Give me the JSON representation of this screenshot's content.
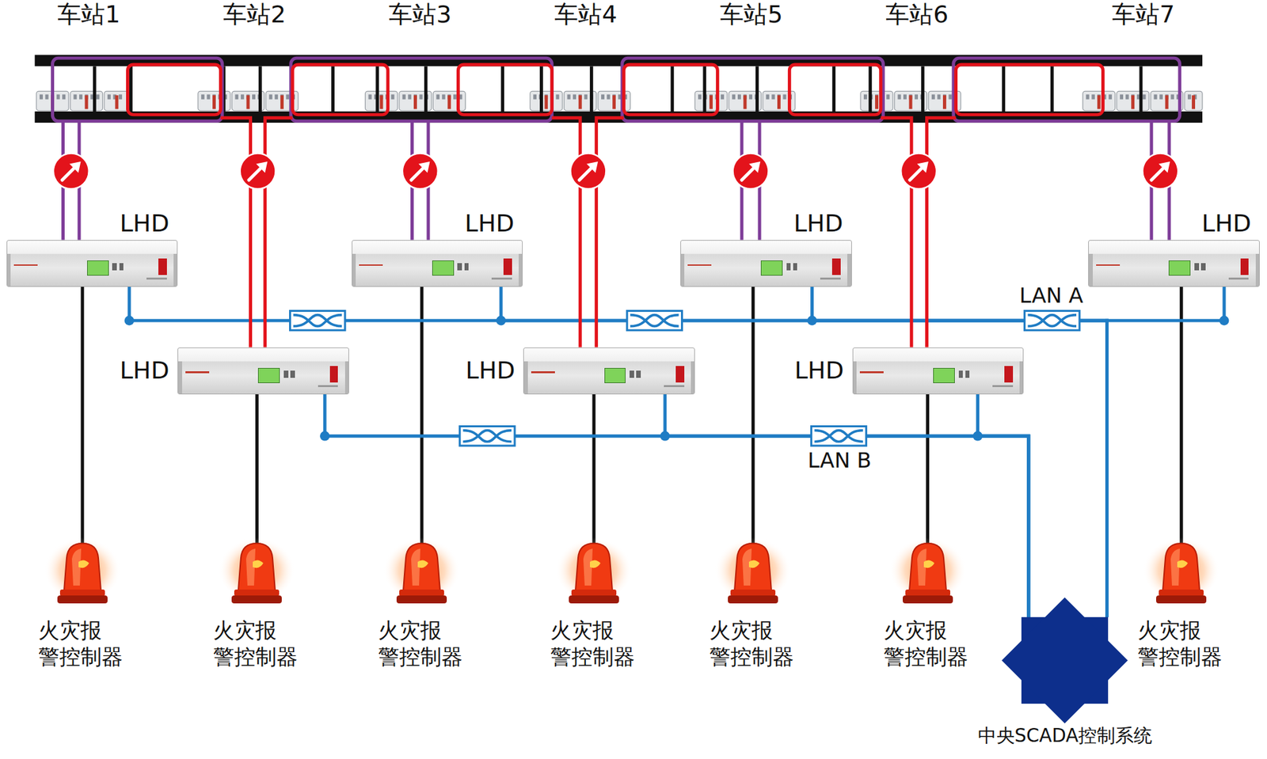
{
  "diagram": {
    "nodes": [
      {
        "text": [
          "LHD"
        ]
      },
      {
        "text": [
          "LHD"
        ]
      },
      {
        "text": [
          "LHD"
        ]
      },
      {
        "text": [
          "LHD"
        ]
      },
      {
        "text": [
          "LHD"
        ]
      },
      {
        "text": [
          "LHD"
        ]
      },
      {
        "text": [
          "LHD"
        ]
      },
      {
        "text": [
          "火灾报 警控制器"
        ]
      },
      {
        "text": [
          "火灾报 警控制器"
        ]
      },
      {
        "text": [
          "火灾报 警控制器"
        ]
      },
      {
        "text": [
          "火灾报 警控制器"
        ]
      },
      {
        "text": [
          "火灾报 警控制器"
        ]
      },
      {
        "text": [
          "火灾报 警控制器"
        ]
      },
      {
        "text": [
          "火灾报 警控制器"
        ]
      },
      {
        "text": [
          "中央SCADA控制系统"
        ]
      }
    ],
    "edges": [
      {
        "from": 0,
        "to": 7,
        "arrow": "none"
      },
      {
        "from": 4,
        "to": 8,
        "arrow": "none"
      },
      {
        "from": 1,
        "to": 9,
        "arrow": "none"
      },
      {
        "from": 5,
        "to": 10,
        "arrow": "none"
      },
      {
        "from": 2,
        "to": 11,
        "arrow": "none"
      },
      {
        "from": 6,
        "to": 12,
        "arrow": "none"
      },
      {
        "from": 3,
        "to": 13,
        "arrow": "none"
      },
      {
        "from": 0,
        "to": 14,
        "arrow": "none"
      },
      {
        "from": 1,
        "to": 14,
        "arrow": "none"
      },
      {
        "from": 2,
        "to": 14,
        "arrow": "none"
      },
      {
        "from": 3,
        "to": 14,
        "arrow": "none"
      },
      {
        "from": 4,
        "to": 14,
        "arrow": "none"
      },
      {
        "from": 5,
        "to": 14,
        "arrow": "none"
      },
      {
        "from": 6,
        "to": 14,
        "arrow": "none"
      }
    ],
    "labels": [
      "车站1",
      "车站2",
      "车站3",
      "车站4",
      "车站5",
      "车站6",
      "车站7",
      "LAN A",
      "LAN B"
    ]
  }
}
